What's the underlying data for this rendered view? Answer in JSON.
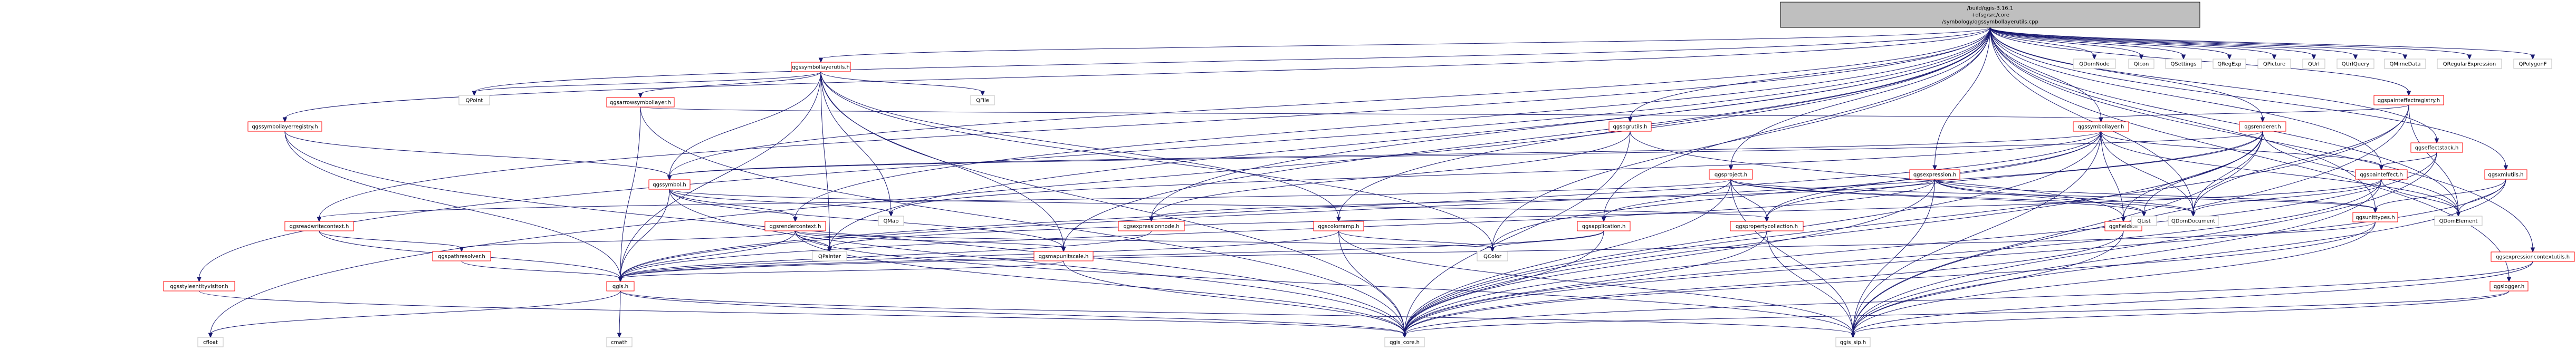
{
  "graph": {
    "root": {
      "id": "root",
      "lines": [
        "/build/qgis-3.16.1",
        "+dfsg/src/core",
        "/symbology/qgssymbollayerutils.cpp"
      ]
    },
    "colors": {
      "root_fill": "#bfbfbf",
      "header_fill": "#ffffff",
      "header_border": "#ff0000",
      "system_border": "#bfbfbf",
      "edge": "#191970",
      "text": "#000000"
    },
    "nodes": [
      {
        "id": "qgssymbollayerutils",
        "label": "qgssymbollayerutils.h",
        "kind": "header"
      },
      {
        "id": "qgsarrowsymbollayer",
        "label": "qgsarrowsymbollayer.h",
        "kind": "header"
      },
      {
        "id": "qgssymbollayerregistry",
        "label": "qgssymbollayerregistry.h",
        "kind": "header"
      },
      {
        "id": "qgsogrutils",
        "label": "qgsogrutils.h",
        "kind": "header"
      },
      {
        "id": "qgssymbollayer",
        "label": "qgssymbollayer.h",
        "kind": "header"
      },
      {
        "id": "qgsrenderer",
        "label": "qgsrenderer.h",
        "kind": "header"
      },
      {
        "id": "qgspainteffectregistry",
        "label": "qgspainteffectregistry.h",
        "kind": "header"
      },
      {
        "id": "qgseffectstack",
        "label": "qgseffectstack.h",
        "kind": "header"
      },
      {
        "id": "qgspainteffect",
        "label": "qgspainteffect.h",
        "kind": "header"
      },
      {
        "id": "qgsxmlutils",
        "label": "qgsxmlutils.h",
        "kind": "header"
      },
      {
        "id": "qgssymbol",
        "label": "qgssymbol.h",
        "kind": "header"
      },
      {
        "id": "qgsproject",
        "label": "qgsproject.h",
        "kind": "header"
      },
      {
        "id": "qgsexpression",
        "label": "qgsexpression.h",
        "kind": "header"
      },
      {
        "id": "qgsunittypes",
        "label": "qgsunittypes.h",
        "kind": "header"
      },
      {
        "id": "qgsreadwritecontext",
        "label": "qgsreadwritecontext.h",
        "kind": "header"
      },
      {
        "id": "qgsrendercontext",
        "label": "qgsrendercontext.h",
        "kind": "header"
      },
      {
        "id": "qgscolorramp",
        "label": "qgscolorramp.h",
        "kind": "header"
      },
      {
        "id": "qgsexpressionnode",
        "label": "qgsexpressionnode.h",
        "kind": "header"
      },
      {
        "id": "qgsapplication",
        "label": "qgsapplication.h",
        "kind": "header"
      },
      {
        "id": "qgspropertycollection",
        "label": "qgspropertycollection.h",
        "kind": "header"
      },
      {
        "id": "qgsfields",
        "label": "qgsfields.h",
        "kind": "header"
      },
      {
        "id": "qgspathresolver",
        "label": "qgspathresolver.h",
        "kind": "header"
      },
      {
        "id": "qgsmapunitscale",
        "label": "qgsmapunitscale.h",
        "kind": "header"
      },
      {
        "id": "qgis",
        "label": "qgis.h",
        "kind": "header"
      },
      {
        "id": "qgslogger",
        "label": "qgslogger.h",
        "kind": "header"
      },
      {
        "id": "qgsexpressioncontextutils",
        "label": "qgsexpressioncontextutils.h",
        "kind": "header"
      },
      {
        "id": "qgsstyleentityvisitor",
        "label": "qgsstyleentityvisitor.h",
        "kind": "header"
      },
      {
        "id": "QPoint",
        "label": "QPoint",
        "kind": "system"
      },
      {
        "id": "QFile",
        "label": "QFile",
        "kind": "system"
      },
      {
        "id": "QMap",
        "label": "QMap",
        "kind": "system"
      },
      {
        "id": "QList",
        "label": "QList",
        "kind": "system"
      },
      {
        "id": "QDomDocument",
        "label": "QDomDocument",
        "kind": "system"
      },
      {
        "id": "QDomElement",
        "label": "QDomElement",
        "kind": "system"
      },
      {
        "id": "QDomNode",
        "label": "QDomNode",
        "kind": "system"
      },
      {
        "id": "QIcon",
        "label": "QIcon",
        "kind": "system"
      },
      {
        "id": "QSettings",
        "label": "QSettings",
        "kind": "system"
      },
      {
        "id": "QRegExp",
        "label": "QRegExp",
        "kind": "system"
      },
      {
        "id": "QPicture",
        "label": "QPicture",
        "kind": "system"
      },
      {
        "id": "QUrl",
        "label": "QUrl",
        "kind": "system"
      },
      {
        "id": "QUrlQuery",
        "label": "QUrlQuery",
        "kind": "system"
      },
      {
        "id": "QMimeData",
        "label": "QMimeData",
        "kind": "system"
      },
      {
        "id": "QRegularExpression",
        "label": "QRegularExpression",
        "kind": "system"
      },
      {
        "id": "QPolygonF",
        "label": "QPolygonF",
        "kind": "system"
      },
      {
        "id": "QPainter",
        "label": "QPainter",
        "kind": "system"
      },
      {
        "id": "QColor",
        "label": "QColor",
        "kind": "system"
      },
      {
        "id": "cfloat",
        "label": "cfloat",
        "kind": "system"
      },
      {
        "id": "cmath",
        "label": "cmath",
        "kind": "system"
      },
      {
        "id": "qgis_core",
        "label": "qgis_core.h",
        "kind": "system"
      },
      {
        "id": "qgis_sip",
        "label": "qgis_sip.h",
        "kind": "system"
      }
    ],
    "edges": [
      [
        "root",
        "qgssymbollayerutils"
      ],
      [
        "root",
        "QDomNode"
      ],
      [
        "root",
        "QIcon"
      ],
      [
        "root",
        "QSettings"
      ],
      [
        "root",
        "QRegExp"
      ],
      [
        "root",
        "QPicture"
      ],
      [
        "root",
        "QUrl"
      ],
      [
        "root",
        "QUrlQuery"
      ],
      [
        "root",
        "QMimeData"
      ],
      [
        "root",
        "QRegularExpression"
      ],
      [
        "root",
        "QPolygonF"
      ],
      [
        "root",
        "qgsogrutils"
      ],
      [
        "root",
        "qgssymbollayer"
      ],
      [
        "root",
        "qgsrenderer"
      ],
      [
        "root",
        "qgspainteffectregistry"
      ],
      [
        "root",
        "qgseffectstack"
      ],
      [
        "root",
        "qgspainteffect"
      ],
      [
        "root",
        "qgsxmlutils"
      ],
      [
        "root",
        "qgsproject"
      ],
      [
        "root",
        "qgsexpression"
      ],
      [
        "root",
        "qgsunittypes"
      ],
      [
        "root",
        "qgslogger"
      ],
      [
        "root",
        "qgsexpressioncontextutils"
      ],
      [
        "root",
        "qgsstyleentityvisitor"
      ],
      [
        "root",
        "qgssymbollayerregistry"
      ],
      [
        "root",
        "qgssymbol"
      ],
      [
        "root",
        "qgscolorramp"
      ],
      [
        "root",
        "qgsapplication"
      ],
      [
        "root",
        "qgsexpressionnode"
      ],
      [
        "root",
        "qgsreadwritecontext"
      ],
      [
        "root",
        "qgsrendercontext"
      ],
      [
        "root",
        "qgsmapunitscale"
      ],
      [
        "root",
        "QPoint"
      ],
      [
        "root",
        "QDomDocument"
      ],
      [
        "root",
        "QDomElement"
      ],
      [
        "root",
        "QColor"
      ],
      [
        "root",
        "QPainter"
      ],
      [
        "root",
        "cfloat"
      ],
      [
        "qgssymbollayerutils",
        "QPoint"
      ],
      [
        "qgssymbollayerutils",
        "QFile"
      ],
      [
        "qgssymbollayerutils",
        "QMap"
      ],
      [
        "qgssymbollayerutils",
        "qgsarrowsymbollayer"
      ],
      [
        "qgssymbollayerutils",
        "qgssymbol"
      ],
      [
        "qgssymbollayerutils",
        "qgis_core"
      ],
      [
        "qgssymbollayerutils",
        "qgis"
      ],
      [
        "qgssymbollayerutils",
        "QColor"
      ],
      [
        "qgssymbollayerutils",
        "QPainter"
      ],
      [
        "qgssymbollayerutils",
        "qgsmapunitscale"
      ],
      [
        "qgssymbollayerutils",
        "qgscolorramp"
      ],
      [
        "qgsarrowsymbollayer",
        "qgssymbollayer"
      ],
      [
        "qgsarrowsymbollayer",
        "qgis_core"
      ],
      [
        "qgsarrowsymbollayer",
        "qgis"
      ],
      [
        "qgssymbollayerregistry",
        "qgssymbol"
      ],
      [
        "qgssymbollayerregistry",
        "qgis_core"
      ],
      [
        "qgssymbollayerregistry",
        "qgis"
      ],
      [
        "qgsogrutils",
        "qgis_core"
      ],
      [
        "qgsogrutils",
        "qgsfields"
      ],
      [
        "qgsogrutils",
        "qgsexpressionnode"
      ],
      [
        "qgssymbollayer",
        "qgssymbol"
      ],
      [
        "qgssymbollayer",
        "qgsfields"
      ],
      [
        "qgssymbollayer",
        "qgspropertycollection"
      ],
      [
        "qgssymbollayer",
        "qgspainteffect"
      ],
      [
        "qgssymbollayer",
        "QMap"
      ],
      [
        "qgssymbollayer",
        "QColor"
      ],
      [
        "qgssymbollayer",
        "QDomDocument"
      ],
      [
        "qgssymbollayer",
        "QDomElement"
      ],
      [
        "qgssymbollayer",
        "qgis_core"
      ],
      [
        "qgssymbollayer",
        "qgis_sip"
      ],
      [
        "qgssymbollayer",
        "qgis"
      ],
      [
        "qgsrenderer",
        "qgssymbol"
      ],
      [
        "qgsrenderer",
        "qgsfields"
      ],
      [
        "qgsrenderer",
        "qgspropertycollection"
      ],
      [
        "qgsrenderer",
        "QList"
      ],
      [
        "qgsrenderer",
        "QDomDocument"
      ],
      [
        "qgsrenderer",
        "QDomElement"
      ],
      [
        "qgsrenderer",
        "qgis_core"
      ],
      [
        "qgsrenderer",
        "qgis_sip"
      ],
      [
        "qgsrenderer",
        "qgis"
      ],
      [
        "qgspainteffectregistry",
        "qgssymbollayer"
      ],
      [
        "qgspainteffectregistry",
        "QDomDocument"
      ],
      [
        "qgspainteffectregistry",
        "QDomElement"
      ],
      [
        "qgspainteffectregistry",
        "qgis_core"
      ],
      [
        "qgspainteffectregistry",
        "qgis_sip"
      ],
      [
        "qgseffectstack",
        "qgspainteffect"
      ],
      [
        "qgseffectstack",
        "qgis_core"
      ],
      [
        "qgseffectstack",
        "qgis_sip"
      ],
      [
        "qgspainteffect",
        "QDomDocument"
      ],
      [
        "qgspainteffect",
        "QDomElement"
      ],
      [
        "qgspainteffect",
        "QPainter"
      ],
      [
        "qgspainteffect",
        "qgis_core"
      ],
      [
        "qgspainteffect",
        "qgis_sip"
      ],
      [
        "qgsxmlutils",
        "qgsunittypes"
      ],
      [
        "qgsxmlutils",
        "QDomElement"
      ],
      [
        "qgsxmlutils",
        "qgis_core"
      ],
      [
        "qgsxmlutils",
        "qgis_sip"
      ],
      [
        "qgssymbol",
        "QMap"
      ],
      [
        "qgssymbol",
        "qgsrendercontext"
      ],
      [
        "qgssymbol",
        "qgspropertycollection"
      ],
      [
        "qgssymbol",
        "qgsmapunitscale"
      ],
      [
        "qgssymbol",
        "qgis"
      ],
      [
        "qgssymbol",
        "qgis_core"
      ],
      [
        "qgsproject",
        "qgsapplication"
      ],
      [
        "qgsproject",
        "qgsreadwritecontext"
      ],
      [
        "qgsproject",
        "qgsunittypes"
      ],
      [
        "qgsproject",
        "QList"
      ],
      [
        "qgsproject",
        "QDomDocument"
      ],
      [
        "qgsproject",
        "qgis_core"
      ],
      [
        "qgsproject",
        "qgis_sip"
      ],
      [
        "qgsproject",
        "qgspropertycollection"
      ],
      [
        "qgsexpression",
        "qgsunittypes"
      ],
      [
        "qgsexpression",
        "qgsexpressionnode"
      ],
      [
        "qgsexpression",
        "QList"
      ],
      [
        "qgsexpression",
        "QDomDocument"
      ],
      [
        "qgsexpression",
        "qgis_core"
      ],
      [
        "qgsexpression",
        "qgis_sip"
      ],
      [
        "qgsexpression",
        "qgis"
      ],
      [
        "qgsunittypes",
        "qgis_core"
      ],
      [
        "qgsunittypes",
        "qgis_sip"
      ],
      [
        "qgsunittypes",
        "qgis"
      ],
      [
        "qgsreadwritecontext",
        "qgspathresolver"
      ],
      [
        "qgsreadwritecontext",
        "qgis"
      ],
      [
        "qgsrendercontext",
        "QColor"
      ],
      [
        "qgsrendercontext",
        "QPainter"
      ],
      [
        "qgsrendercontext",
        "qgspathresolver"
      ],
      [
        "qgsrendercontext",
        "qgsmapunitscale"
      ],
      [
        "qgsrendercontext",
        "qgis"
      ],
      [
        "qgsrendercontext",
        "qgis_core"
      ],
      [
        "qgsrendercontext",
        "qgis_sip"
      ],
      [
        "qgscolorramp",
        "QColor"
      ],
      [
        "qgscolorramp",
        "qgis"
      ],
      [
        "qgscolorramp",
        "qgis_core"
      ],
      [
        "qgscolorramp",
        "qgis_sip"
      ],
      [
        "qgsexpressionnode",
        "qgis"
      ],
      [
        "qgsapplication",
        "QColor"
      ],
      [
        "qgsapplication",
        "qgis_core"
      ],
      [
        "qgsapplication",
        "qgis"
      ],
      [
        "qgspropertycollection",
        "qgis_core"
      ],
      [
        "qgspropertycollection",
        "qgis_sip"
      ],
      [
        "qgsfields",
        "qgis_core"
      ],
      [
        "qgsfields",
        "qgis_sip"
      ],
      [
        "qgspathresolver",
        "qgis"
      ],
      [
        "qgsmapunitscale",
        "qgis_core"
      ],
      [
        "qgsmapunitscale",
        "qgis"
      ],
      [
        "qgis",
        "cfloat"
      ],
      [
        "qgis",
        "cmath"
      ],
      [
        "qgis",
        "qgis_core"
      ],
      [
        "qgis",
        "qgis_sip"
      ],
      [
        "qgslogger",
        "qgis_core"
      ],
      [
        "qgslogger",
        "qgis_sip"
      ],
      [
        "qgsexpressioncontextutils",
        "qgis_core"
      ],
      [
        "qgsexpressioncontextutils",
        "qgis_sip"
      ],
      [
        "qgsstyleentityvisitor",
        "qgis_core"
      ]
    ]
  }
}
